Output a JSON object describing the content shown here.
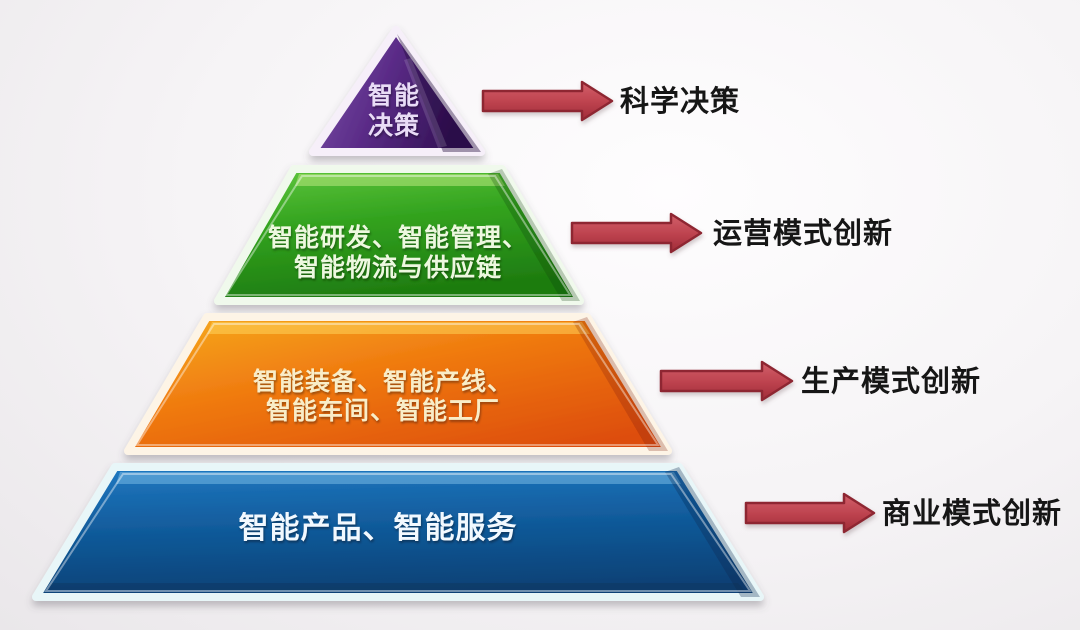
{
  "diagram": {
    "levels": [
      {
        "lines": [
          "智能",
          "决策"
        ],
        "outcome": "科学决策"
      },
      {
        "lines": [
          "智能研发、智能管理、",
          "智能物流与供应链"
        ],
        "outcome": "运营模式创新"
      },
      {
        "lines": [
          "智能装备、智能产线、",
          "智能车间、智能工厂"
        ],
        "outcome": "生产模式创新"
      },
      {
        "lines": [
          "智能产品、智能服务"
        ],
        "outcome": "商业模式创新"
      }
    ],
    "palette": {
      "level_colors": [
        "#5b2c88",
        "#33a31f",
        "#f07b10",
        "#115b9b"
      ],
      "arrow_color": "#bf4450",
      "outcome_text_color": "#161616",
      "background": "#f2f0f2"
    }
  }
}
